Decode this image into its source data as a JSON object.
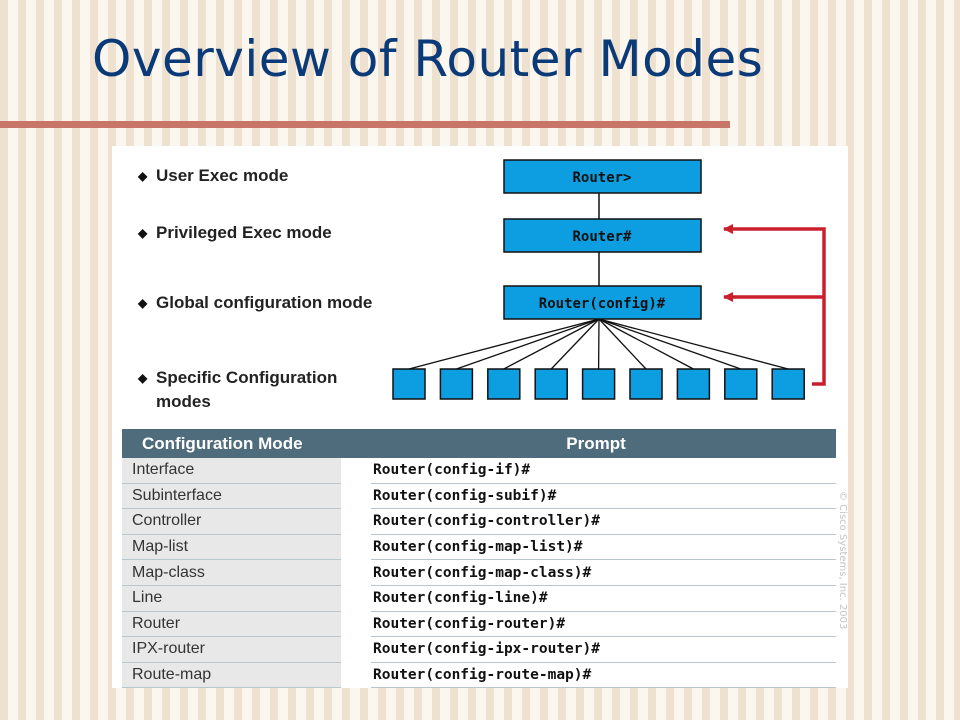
{
  "slide": {
    "title": "Overview of Router Modes",
    "colors": {
      "title": "#0b3a78",
      "rule": "#c8766a",
      "box_fill": "#0c9ee0",
      "arrow": "#cc1f2e",
      "table_header": "#4f6c7d"
    }
  },
  "modes": [
    {
      "label": "User Exec mode"
    },
    {
      "label": "Privileged Exec mode"
    },
    {
      "label": "Global configuration mode"
    },
    {
      "label": "Specific Configuration\nmodes"
    }
  ],
  "diagram": {
    "user_prompt": "Router>",
    "privileged_prompt": "Router#",
    "global_prompt": "Router(config)#",
    "specific_mode_count": 9
  },
  "table": {
    "headers": {
      "mode": "Configuration Mode",
      "prompt": "Prompt"
    },
    "rows": [
      {
        "mode": "Interface",
        "prompt": "Router(config-if)#"
      },
      {
        "mode": "Subinterface",
        "prompt": "Router(config-subif)#"
      },
      {
        "mode": "Controller",
        "prompt": "Router(config-controller)#"
      },
      {
        "mode": "Map-list",
        "prompt": "Router(config-map-list)#"
      },
      {
        "mode": "Map-class",
        "prompt": "Router(config-map-class)#"
      },
      {
        "mode": "Line",
        "prompt": "Router(config-line)#"
      },
      {
        "mode": "Router",
        "prompt": "Router(config-router)#"
      },
      {
        "mode": "IPX-router",
        "prompt": "Router(config-ipx-router)#"
      },
      {
        "mode": "Route-map",
        "prompt": "Router(config-route-map)#"
      }
    ]
  },
  "credit": "© Cisco Systems, Inc. 2003"
}
